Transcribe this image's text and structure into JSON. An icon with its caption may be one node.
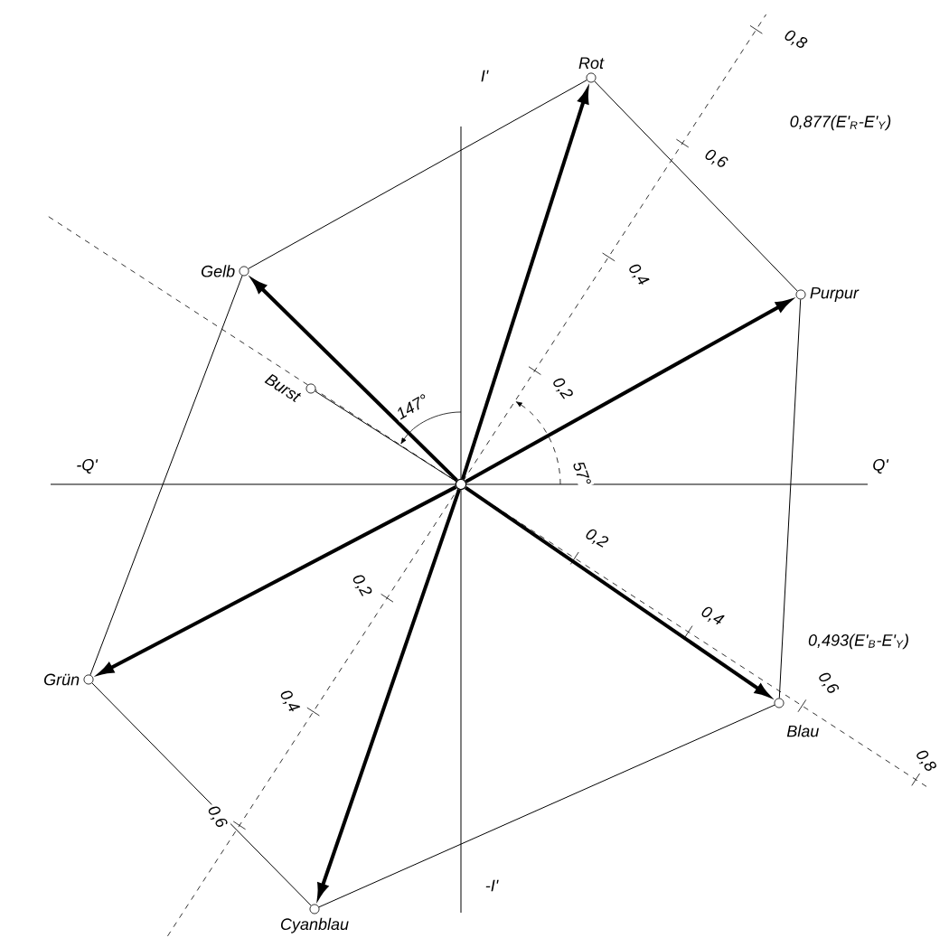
{
  "diagram": {
    "nodes": [
      {
        "text": [],
        "shape": "circle"
      },
      {
        "text": [
          "Rot"
        ]
      },
      {
        "text": [
          "Purpur"
        ]
      },
      {
        "text": [
          "Blau"
        ]
      },
      {
        "text": [
          "Cyanblau"
        ]
      },
      {
        "text": [
          "Grün"
        ]
      },
      {
        "text": [
          "Gelb"
        ]
      },
      {
        "text": [
          "Burst"
        ]
      }
    ],
    "edges": [
      {
        "from": 0,
        "to": 1,
        "arrow": "to",
        "style": "thick"
      },
      {
        "from": 0,
        "to": 2,
        "arrow": "to",
        "style": "thick"
      },
      {
        "from": 0,
        "to": 3,
        "arrow": "to",
        "style": "thick"
      },
      {
        "from": 0,
        "to": 4,
        "arrow": "to",
        "style": "thick"
      },
      {
        "from": 0,
        "to": 5,
        "arrow": "to",
        "style": "thick"
      },
      {
        "from": 0,
        "to": 6,
        "arrow": "to",
        "style": "thick"
      },
      {
        "from": 0,
        "to": 7,
        "arrow": "none"
      },
      {
        "from": 1,
        "to": 2,
        "arrow": "none"
      },
      {
        "from": 2,
        "to": 3,
        "arrow": "none"
      },
      {
        "from": 3,
        "to": 4,
        "arrow": "none"
      },
      {
        "from": 4,
        "to": 5,
        "arrow": "none"
      },
      {
        "from": 5,
        "to": 6,
        "arrow": "none"
      },
      {
        "from": 6,
        "to": 1,
        "arrow": "none"
      }
    ],
    "labels": [
      "I'",
      "0,8",
      "0,877(E'$_{R}$-E'$_{Y}$)",
      "0,6",
      "0,4",
      "147°",
      "0,2",
      "-Q'",
      "57°",
      "Q'",
      "0,2",
      "0,2",
      "0,4",
      "0,493(E'$_{B}$-E'$_{Y}$)",
      "0,4",
      "0,6",
      "0,8",
      "0,6",
      "-I'"
    ]
  }
}
